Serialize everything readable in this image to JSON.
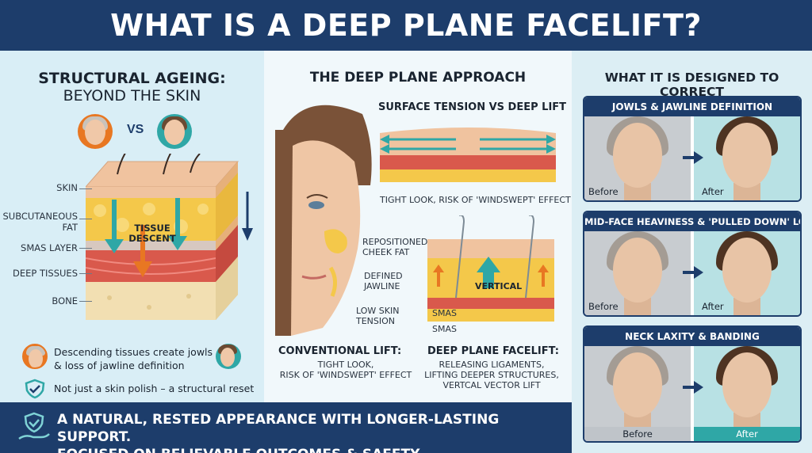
{
  "title": "WHAT IS A DEEP PLANE FACELIFT?",
  "left": {
    "heading": "STRUCTURAL AGEING:",
    "subheading": "BEYOND THE SKIN",
    "vs": "VS",
    "layers": [
      "SKIN",
      "SUBCUTANEOUS FAT",
      "SMAS LAYER",
      "DEEP TISSUES",
      "BONE"
    ],
    "tissue_label_1": "TISSUE",
    "tissue_label_2": "DESCENT",
    "bullet1_line1": "Descending tissues create jowls",
    "bullet1_line2": "& loss of jawline definition",
    "bullet2": "Not just a skin polish – a structural reset"
  },
  "middle": {
    "heading": "THE DEEP PLANE APPROACH",
    "surface_heading": "SURFACE TENSION VS DEEP LIFT",
    "surface_caption": "TIGHT LOOK, RISK OF 'WINDSWEPT' EFFECT",
    "repositioned_1": "REPOSITIONED",
    "repositioned_2": "CHEEK FAT",
    "defined_1": "DEFINED",
    "defined_2": "JAWLINE",
    "low_1": "LOW SKIN",
    "low_2": "TENSION",
    "vertical": "VERTICAL",
    "smas": "SMAS",
    "conv_head": "CONVENTIONAL LIFT:",
    "conv_1": "TIGHT LOOK,",
    "conv_2": "RISK OF 'WINDSWEPT' EFFECT",
    "deep_head": "DEEP PLANE FACELIFT:",
    "deep_1": "RELEASING LIGAMENTS,",
    "deep_2": "LIFTING DEEPER STRUCTURES,",
    "deep_3": "VERTCAL VECTOR LIFT"
  },
  "right": {
    "heading": "WHAT IT IS DESIGNED TO CORRECT",
    "cards": [
      {
        "title": "JOWLS & JAWLINE DEFINITION",
        "before": "Before",
        "after": "After"
      },
      {
        "title": "MID-FACE HEAVINESS & 'PULLED DOWN' LOOK",
        "before": "Before",
        "after": "After"
      },
      {
        "title": "NECK LAXITY & BANDING",
        "before": "Before",
        "after": "After"
      }
    ]
  },
  "banner": {
    "line1": "A NATURAL, RESTED APPEARANCE WITH LONGER-LASTING SUPPORT.",
    "line2": "FOCUSED ON BELIEVABLE OUTCOMES & SAFETY."
  },
  "colors": {
    "navy": "#1d3d6b",
    "teal": "#2fa7a6",
    "orange": "#e87722",
    "fat": "#f4c84a",
    "muscle": "#d9594c"
  }
}
